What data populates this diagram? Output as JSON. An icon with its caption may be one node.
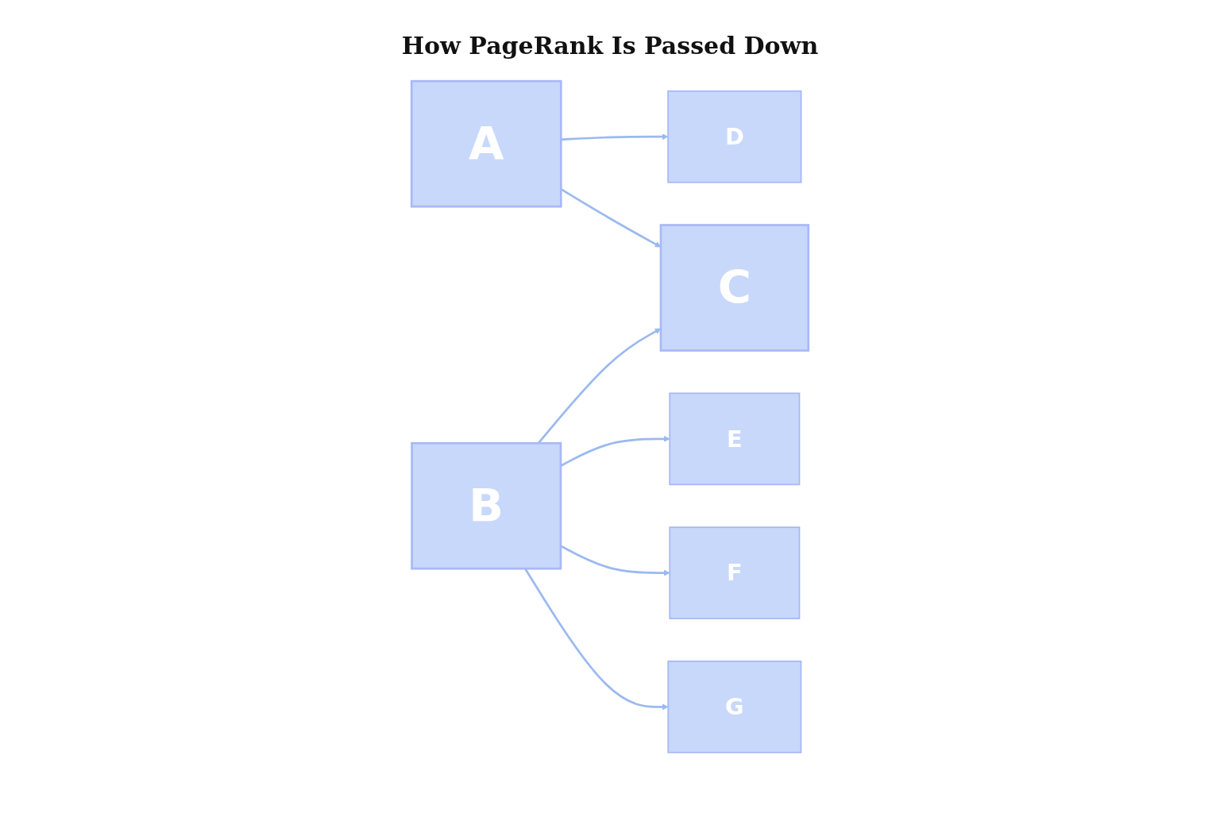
{
  "diagram": {
    "title": "How PageRank Is Passed Down",
    "nodes": [
      {
        "text": [
          "A"
        ]
      },
      {
        "text": [
          "B"
        ]
      },
      {
        "text": [
          "D"
        ]
      },
      {
        "text": [
          "C"
        ]
      },
      {
        "text": [
          "E"
        ]
      },
      {
        "text": [
          "F"
        ]
      },
      {
        "text": [
          "G"
        ]
      }
    ],
    "edges": [
      {
        "from": 0,
        "to": 2,
        "arrow": "to"
      },
      {
        "from": 0,
        "to": 3,
        "arrow": "to"
      },
      {
        "from": 1,
        "to": 3,
        "arrow": "to"
      },
      {
        "from": 1,
        "to": 4,
        "arrow": "to"
      },
      {
        "from": 1,
        "to": 5,
        "arrow": "to"
      },
      {
        "from": 1,
        "to": 6,
        "arrow": "to"
      }
    ]
  }
}
